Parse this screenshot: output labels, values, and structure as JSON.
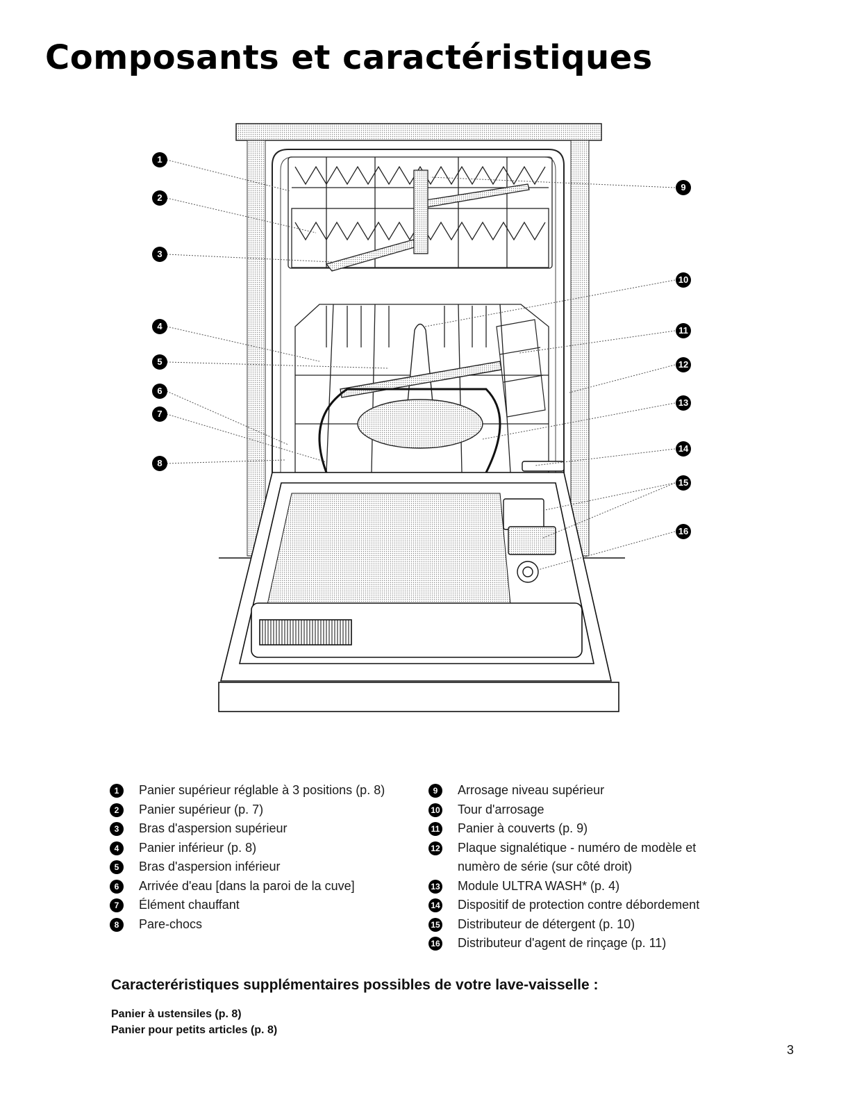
{
  "page_title": "Composants et caractéristiques",
  "callouts": [
    "1",
    "2",
    "3",
    "4",
    "5",
    "6",
    "7",
    "8",
    "9",
    "10",
    "11",
    "12",
    "13",
    "14",
    "15",
    "16"
  ],
  "legend_left": [
    {
      "num": "1",
      "text": "Panier supérieur réglable à 3 positions (p. 8)"
    },
    {
      "num": "2",
      "text": "Panier supérieur (p. 7)"
    },
    {
      "num": "3",
      "text": "Bras d'aspersion supérieur"
    },
    {
      "num": "4",
      "text": "Panier inférieur (p. 8)"
    },
    {
      "num": "5",
      "text": "Bras d'aspersion inférieur"
    },
    {
      "num": "6",
      "text": "Arrivée d'eau [dans la paroi de la cuve]"
    },
    {
      "num": "7",
      "text": "Élément chauffant"
    },
    {
      "num": "8",
      "text": "Pare-chocs"
    }
  ],
  "legend_right": [
    {
      "num": "9",
      "text": "Arrosage niveau supérieur"
    },
    {
      "num": "10",
      "text": "Tour d'arrosage"
    },
    {
      "num": "11",
      "text": "Panier à couverts (p. 9)"
    },
    {
      "num": "12",
      "text": "Plaque signalétique - numéro de modèle et numèro de série (sur côté droit)"
    },
    {
      "num": "13",
      "text": "Module ULTRA WASH* (p. 4)"
    },
    {
      "num": "14",
      "text": "Dispositif de protection contre débordement"
    },
    {
      "num": "15",
      "text": "Distributeur de détergent (p. 10)"
    },
    {
      "num": "16",
      "text": "Distributeur d'agent de rinçage (p. 11)"
    }
  ],
  "extra_heading": "Caracteréristiques supplémentaires possibles de votre lave-vaisselle :",
  "extra_items": [
    "Panier à ustensiles (p. 8)",
    "Panier pour petits articles (p. 8)"
  ],
  "page_number": "3"
}
